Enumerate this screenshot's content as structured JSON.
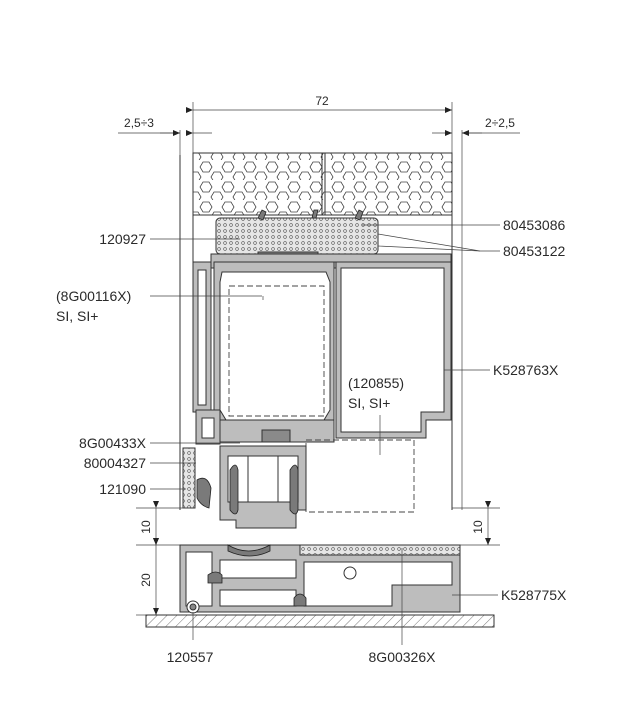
{
  "dimensions": {
    "top_width": "72",
    "left_gap": "2,5÷3",
    "right_gap": "2÷2,5",
    "left_height_1": "10",
    "left_height_2": "20",
    "right_height": "10"
  },
  "callouts": {
    "left": {
      "c120927": "120927",
      "c8g00116x": "(8G00116X)",
      "c8g00116x_sub": "SI, SI+",
      "c8g00433x": "8G00433X",
      "c80004327": "80004327",
      "c121090": "121090",
      "c120557": "120557"
    },
    "right": {
      "c80453086": "80453086",
      "c80453122": "80453122",
      "ck528763x": "K528763X",
      "ck528775x": "K528775X",
      "c8g00326x": "8G00326X"
    },
    "inner": {
      "c120855": "(120855)",
      "c120855_sub": "SI, SI+"
    }
  }
}
